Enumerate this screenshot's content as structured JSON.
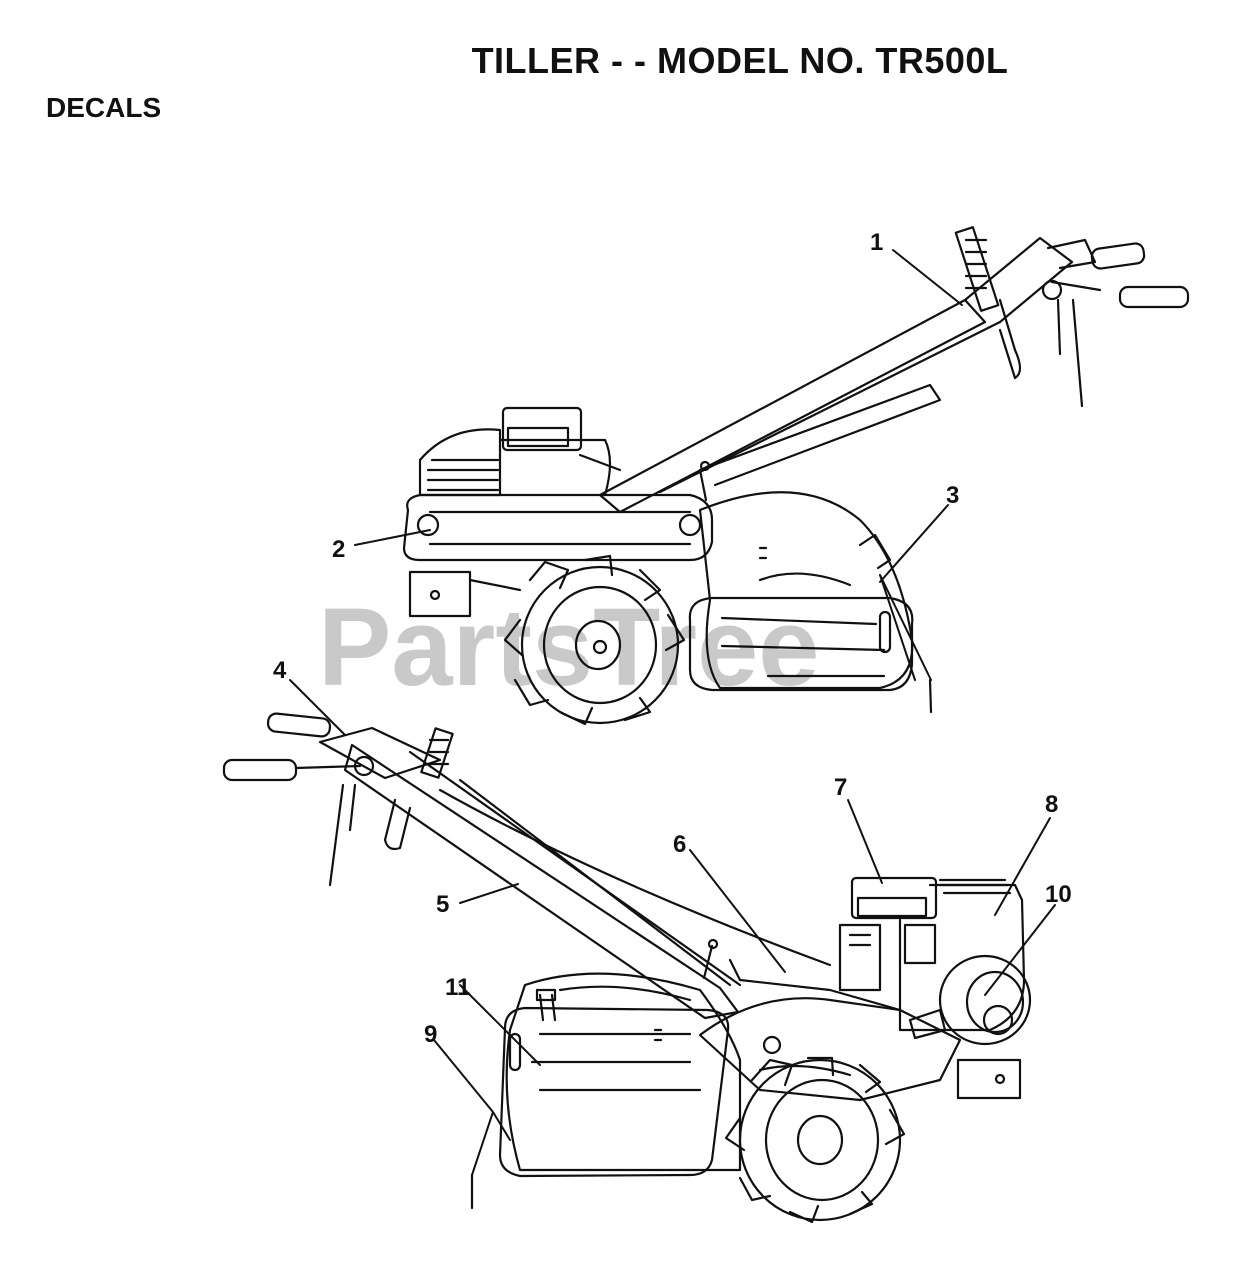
{
  "header": {
    "title": "TILLER - - MODEL NO. TR500L",
    "section": "DECALS"
  },
  "watermark": {
    "text": "PartsTree",
    "color": "#c9c9c9"
  },
  "callouts": [
    "1",
    "2",
    "3",
    "4",
    "5",
    "6",
    "7",
    "8",
    "9",
    "10",
    "11"
  ],
  "colors": {
    "ink": "#111111",
    "background": "#ffffff"
  }
}
